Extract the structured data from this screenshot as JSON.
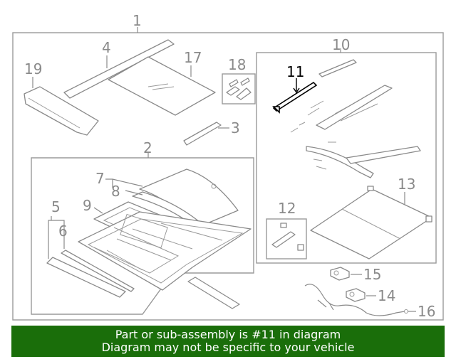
{
  "diagram": {
    "labels": {
      "p1": "1",
      "p2": "2",
      "p3": "3",
      "p4": "4",
      "p5": "5",
      "p6": "6",
      "p7": "7",
      "p8": "8",
      "p9": "9",
      "p10": "10",
      "p11": "11",
      "p12": "12",
      "p13": "13",
      "p14": "14",
      "p15": "15",
      "p16": "16",
      "p17": "17",
      "p18": "18",
      "p19": "19"
    },
    "highlight_part": "11",
    "highlight_color": "#000000",
    "part_color": "#8a8a8a"
  },
  "banner": {
    "line1": "Part or sub-assembly is #11 in diagram",
    "line2": "Diagram may not be specific to your vehicle",
    "background": "#1a6e0a",
    "text_color": "#ffffff"
  }
}
